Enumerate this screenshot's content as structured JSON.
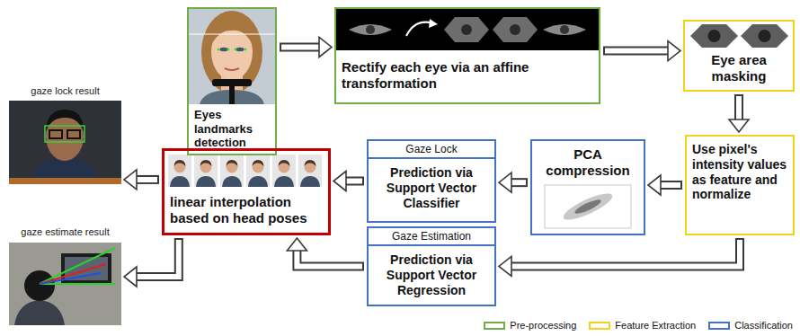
{
  "diagram": {
    "nodes": [
      {
        "text": [
          "Eyes landmarks detection"
        ]
      },
      {
        "text": [
          "Rectify each eye via an affine transformation"
        ]
      },
      {
        "text": [
          "Eye area masking"
        ]
      },
      {
        "text": [
          "Use pixel's intensity values as feature and normalize"
        ]
      },
      {
        "text": [
          "PCA compression"
        ]
      },
      {
        "text": [
          "Gaze Lock",
          "Prediction via Support Vector Classifier"
        ]
      },
      {
        "text": [
          "Gaze Estimation",
          "Prediction via Support Vector Regression"
        ]
      },
      {
        "text": [
          "linear interpolation based on head poses"
        ]
      },
      {
        "text": [
          "gaze lock result"
        ]
      },
      {
        "text": [
          "gaze estimate result"
        ]
      }
    ],
    "edges": [
      {
        "from": 0,
        "to": 1,
        "arrow": "to"
      },
      {
        "from": 1,
        "to": 2,
        "arrow": "to"
      },
      {
        "from": 2,
        "to": 3,
        "arrow": "to"
      },
      {
        "from": 3,
        "to": 4,
        "arrow": "to"
      },
      {
        "from": 4,
        "to": 5,
        "arrow": "to"
      },
      {
        "from": 3,
        "to": 6,
        "arrow": "to"
      },
      {
        "from": 5,
        "to": 7,
        "arrow": "to"
      },
      {
        "from": 6,
        "to": 7,
        "arrow": "to"
      },
      {
        "from": 7,
        "to": 8,
        "arrow": "to"
      },
      {
        "from": 7,
        "to": 9,
        "arrow": "to"
      }
    ],
    "legend": [
      {
        "text": "Pre-processing",
        "color": "#70ad47"
      },
      {
        "text": "Feature Extraction",
        "color": "#f2d21b"
      },
      {
        "text": "Classification",
        "color": "#4472c4"
      }
    ]
  }
}
